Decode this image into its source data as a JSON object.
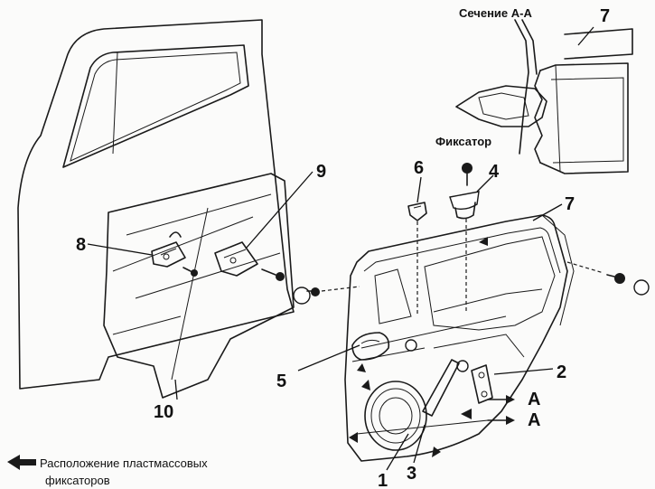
{
  "section_title": "Сечение А-А",
  "retainer_label": "Фиксатор",
  "legend": {
    "line1": "Расположение пластмассовых",
    "line2": "фиксаторов"
  },
  "callouts": {
    "c1": "1",
    "c2": "2",
    "c3": "3",
    "c4": "4",
    "c5": "5",
    "c6": "6",
    "c7_top": "7",
    "c7_mid": "7",
    "c8": "8",
    "c9": "9",
    "c10": "10"
  },
  "section_marks": {
    "a_upper": "A",
    "a_lower": "A"
  }
}
